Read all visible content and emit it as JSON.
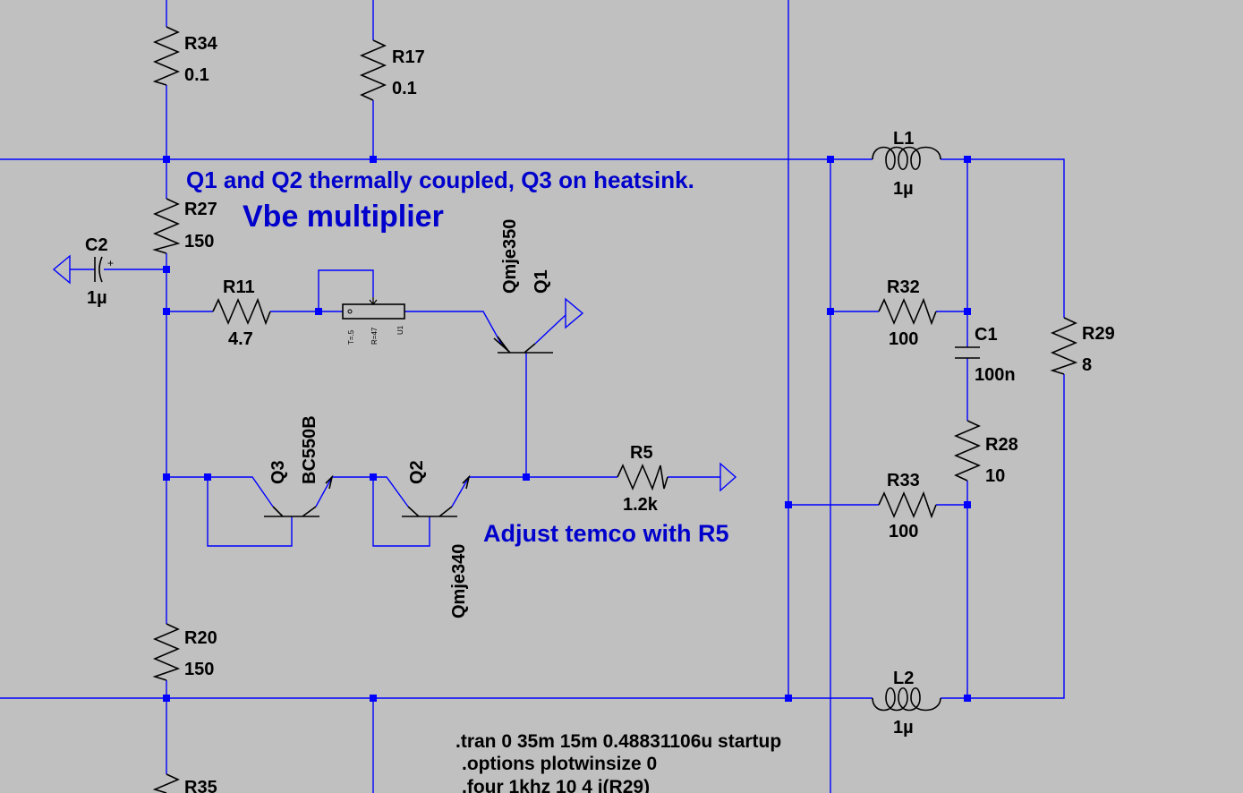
{
  "components": {
    "R34": {
      "name": "R34",
      "value": "0.1"
    },
    "R17": {
      "name": "R17",
      "value": "0.1"
    },
    "R27": {
      "name": "R27",
      "value": "150"
    },
    "R11": {
      "name": "R11",
      "value": "4.7"
    },
    "R20": {
      "name": "R20",
      "value": "150"
    },
    "R35": {
      "name": "R35"
    },
    "R5": {
      "name": "R5",
      "value": "1.2k"
    },
    "R32": {
      "name": "R32",
      "value": "100"
    },
    "R33": {
      "name": "R33",
      "value": "100"
    },
    "R28": {
      "name": "R28",
      "value": "10"
    },
    "R29": {
      "name": "R29",
      "value": "8"
    },
    "C1": {
      "name": "C1",
      "value": "100n"
    },
    "C2": {
      "name": "C2",
      "value": "1µ"
    },
    "L1": {
      "name": "L1",
      "value": "1µ"
    },
    "L2": {
      "name": "L2",
      "value": "1µ"
    },
    "Q1": {
      "name": "Q1",
      "model": "Qmje350"
    },
    "Q2": {
      "name": "Q2",
      "model": "Qmje340"
    },
    "Q3": {
      "name": "Q3",
      "model": "BC550B"
    },
    "U1": {
      "name": "U1",
      "param_t": "T=.5",
      "param_r": "R=47"
    }
  },
  "notes": {
    "thermal": "Q1 and Q2 thermally coupled, Q3 on heatsink.",
    "vbe": "Vbe multiplier",
    "adjust": "Adjust temco with R5"
  },
  "cap_plus": "+",
  "directives": [
    ".tran 0 35m 15m 0.48831106u startup",
    ".options plotwinsize 0",
    ".four 1khz 10 4 i(R29)"
  ],
  "colors": {
    "background": "#c0c0c0",
    "wire": "#0000ff",
    "symbol": "#000000",
    "note": "#0000cc"
  }
}
